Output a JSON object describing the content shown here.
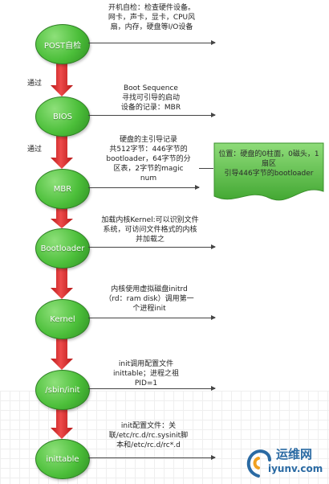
{
  "nodes": [
    {
      "label": "POST自检"
    },
    {
      "label": "BIOS"
    },
    {
      "label": "MBR"
    },
    {
      "label": "Bootloader"
    },
    {
      "label": "Kernel"
    },
    {
      "label": "/sbin/init"
    },
    {
      "label": "inittable"
    }
  ],
  "descriptions": [
    {
      "lines": [
        "开机自检：检查硬件设备。",
        "网卡，声卡，显卡，CPU风",
        "扇，内存，硬盘等I/O设备"
      ]
    },
    {
      "lines": [
        "Boot Sequence",
        "寻找可引导的启动",
        "设备的记录：MBR"
      ]
    },
    {
      "lines": [
        "硬盘的主引导记录",
        "共512字节：446字节的",
        "bootloader，64字节的分",
        "区表，2字节的magic",
        "num"
      ]
    },
    {
      "lines": [
        "加载内核Kernel:可以识别文件",
        "系统，可访问文件格式的内核",
        "并加载之"
      ]
    },
    {
      "lines": [
        "内核使用虚拟磁盘initrd",
        "（rd：ram disk）调用第一",
        "个进程init"
      ]
    },
    {
      "lines": [
        "init调用配置文件",
        "inittable；进程之祖",
        "PID=1"
      ]
    },
    {
      "lines": [
        "init配置文件：关",
        "联/etc/rc.d/rc.sysinit脚",
        "本和/etc/rc.d/rc*.d"
      ]
    }
  ],
  "edge_labels": [
    "通过",
    "通过"
  ],
  "note": {
    "lines": [
      "位置：硬盘的0柱面，0磁头，1",
      "扇区",
      "引导446字节的bootloader"
    ]
  },
  "watermark": {
    "cn": "运维网",
    "en": "iyunv.com"
  },
  "colors": {
    "node": "#4cbf3a",
    "arrow": "#d42a2a",
    "note": "#5fc14a"
  }
}
